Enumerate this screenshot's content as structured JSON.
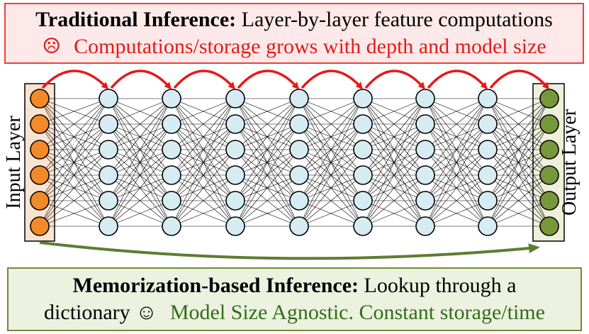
{
  "traditional": {
    "title": "Traditional Inference:",
    "description": "Layer-by-layer feature computations",
    "frown": "☹",
    "drawback": "Computations/storage grows with depth and model size"
  },
  "memorization": {
    "title": "Memorization-based Inference:",
    "description": "Lookup through a",
    "description_2": "dictionary",
    "smile": "☺",
    "benefit": "Model Size Agnostic. Constant storage/time"
  },
  "network": {
    "input_label": "Input Layer",
    "output_label": "Output Layer",
    "layers": 9,
    "nodes_per_layer": 6
  },
  "colors": {
    "input_node": "#f28a2a",
    "hidden_node": "#d6ecf2",
    "output_node": "#77983a",
    "input_panel": "#fbe3d2",
    "output_panel": "#eef0dc",
    "traditional_arrow": "#e41a1a",
    "memorization_arrow": "#5d7d30",
    "edge": "#000000"
  }
}
